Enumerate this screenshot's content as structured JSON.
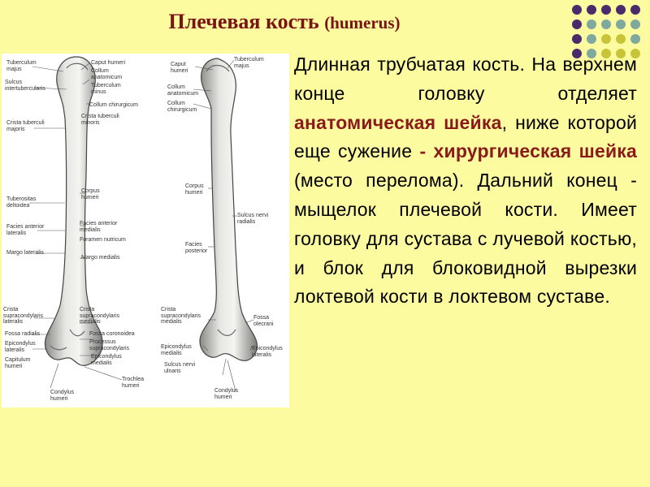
{
  "title": {
    "main": "Плечевая кость",
    "latin": "(humerus)"
  },
  "colors": {
    "background": "#fdfba0",
    "title": "#7a1414",
    "highlight": "#8b1a1a",
    "dot_purple": "#4a2a6b",
    "dot_teal": "#7fa89e",
    "dot_olive": "#c8c43a"
  },
  "figure": {
    "left_view_labels": [
      "Tuberculum\nmajus",
      "Sulcus\nintertubercularis",
      "Crista tuberculi\nmajoris",
      "Tuberositas\ndeltoidea",
      "Facies anterior\nlateralis",
      "Margo lateralis",
      "Crista\nsupracondylaris\nlateralis",
      "Fossa radialis",
      "Epicondylus\nlateralis",
      "Capitulum\nhumeri",
      "Caput humeri",
      "Collum\nanatomicum",
      "Tuberculum\nminus",
      "Collum chirurgicum",
      "Crista tuberculi\nminoris",
      "Corpus\nhumeri",
      "Facies anterior\nmedialis",
      "Foramen nutricum",
      "Margo medialis",
      "Crista\nsupracondylaris\nmedialis",
      "Fossa coronoidea",
      "Processus\nsupracondylaris",
      "Epicondylus\nmedialis",
      "Trochlea\nhumeri",
      "Condylus\nhumeri"
    ],
    "right_view_labels": [
      "Caput\nhumeri",
      "Tuberculum\nmajus",
      "Collum\nanatomicum",
      "Collum\nchirurgicum",
      "Corpus\nhumeri",
      "Sulcus nervi\nradialis",
      "Facies\nposterior",
      "Crista\nsupracondylaris\nmedialis",
      "Fossa\nolecrani",
      "Epicondylus\nmedialis",
      "Epicondylus\nlateralis",
      "Sulcus nervi\nulnaris",
      "Condylus\nhumeri"
    ]
  },
  "text": {
    "p1": "Длинная трубчатая кость. На верхнем конце головку отделяет ",
    "h1": "анатомическая шейка",
    "p2": ", ниже которой еще сужение ",
    "h2": "- хирургическая шейка",
    "p3": " (место перелома). Дальний конец - мыщелок плечевой кости. Имеет головку для сустава с лучевой костью, и блок для блоковидной вырезки локтевой кости в локтевом суставе."
  }
}
